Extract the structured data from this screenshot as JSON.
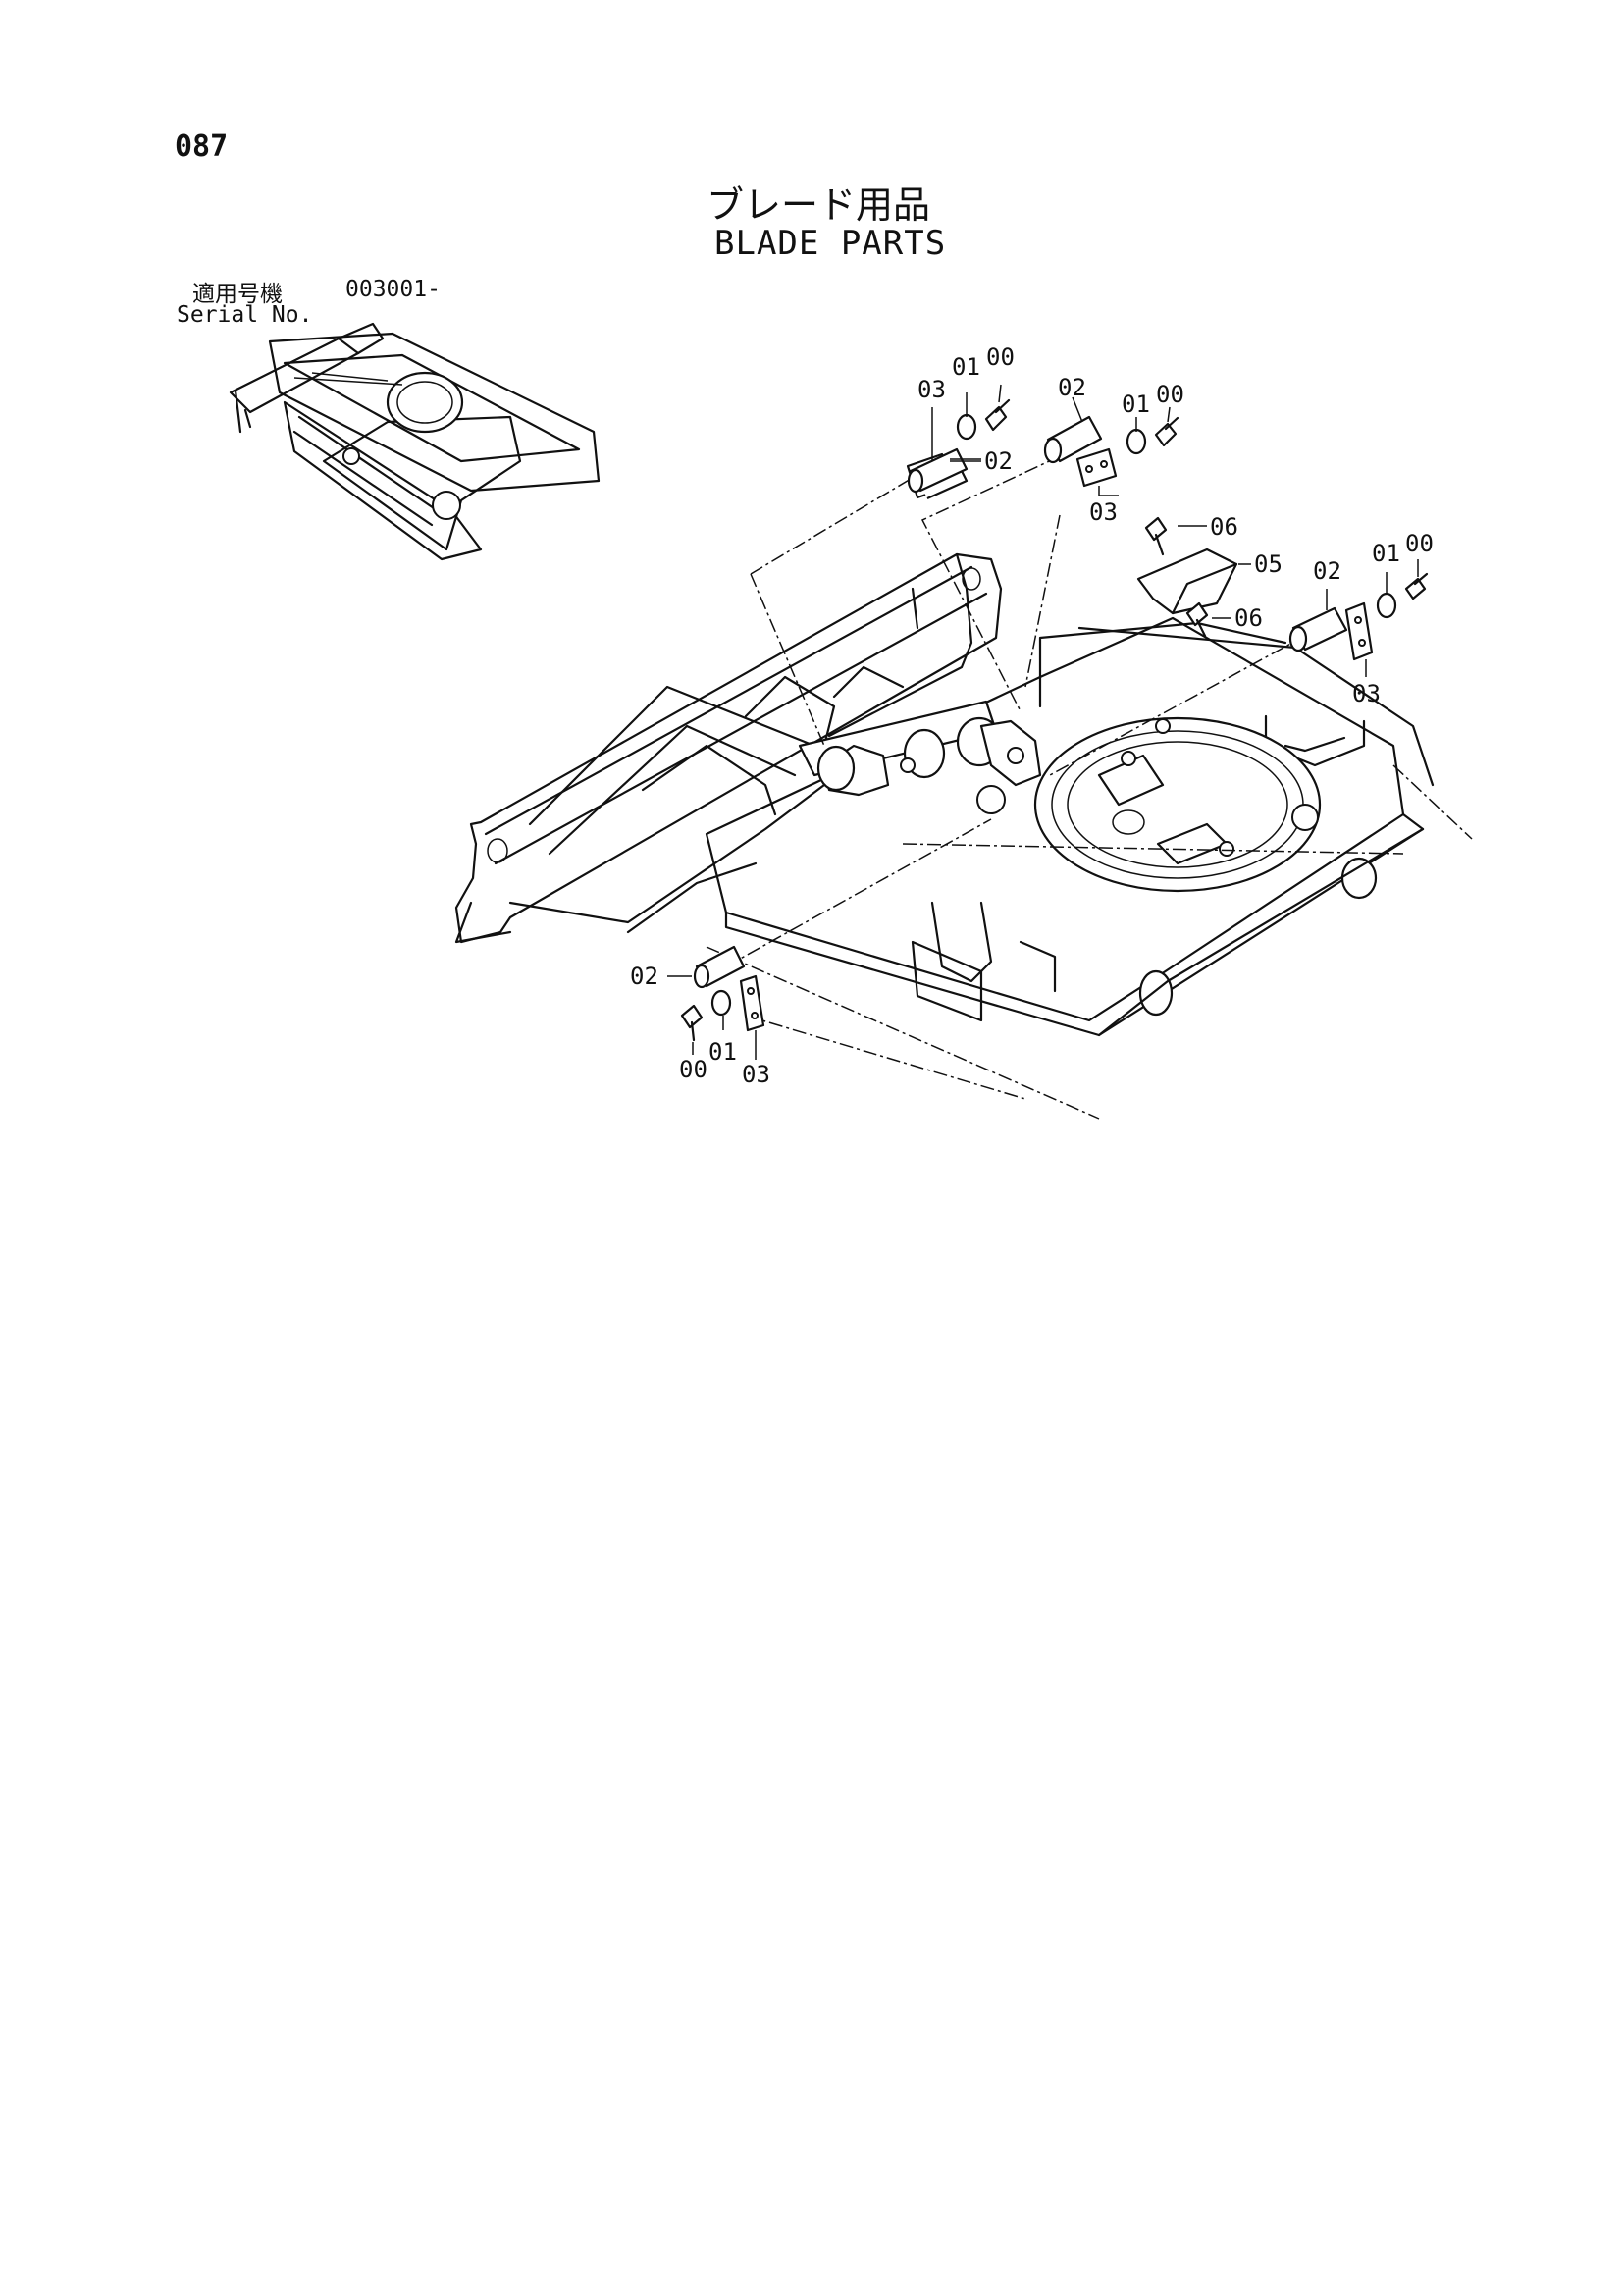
{
  "page": {
    "number": "087",
    "title_jp": "ブレード用品",
    "title_en": "BLADE PARTS"
  },
  "serial": {
    "label_jp": "適用号機",
    "number": "003001-",
    "label_en": "Serial No."
  },
  "callouts": [
    {
      "id": "c1",
      "text": "03"
    },
    {
      "id": "c2",
      "text": "01"
    },
    {
      "id": "c3",
      "text": "00"
    },
    {
      "id": "c4",
      "text": "02"
    },
    {
      "id": "c5",
      "text": "02"
    },
    {
      "id": "c6",
      "text": "01"
    },
    {
      "id": "c7",
      "text": "00"
    },
    {
      "id": "c8",
      "text": "03"
    },
    {
      "id": "c9",
      "text": "06"
    },
    {
      "id": "c10",
      "text": "05"
    },
    {
      "id": "c11",
      "text": "06"
    },
    {
      "id": "c12",
      "text": "02"
    },
    {
      "id": "c13",
      "text": "01"
    },
    {
      "id": "c14",
      "text": "00"
    },
    {
      "id": "c15",
      "text": "03"
    },
    {
      "id": "c16",
      "text": "02"
    },
    {
      "id": "c17",
      "text": "00"
    },
    {
      "id": "c18",
      "text": "01"
    },
    {
      "id": "c19",
      "text": "03"
    }
  ]
}
